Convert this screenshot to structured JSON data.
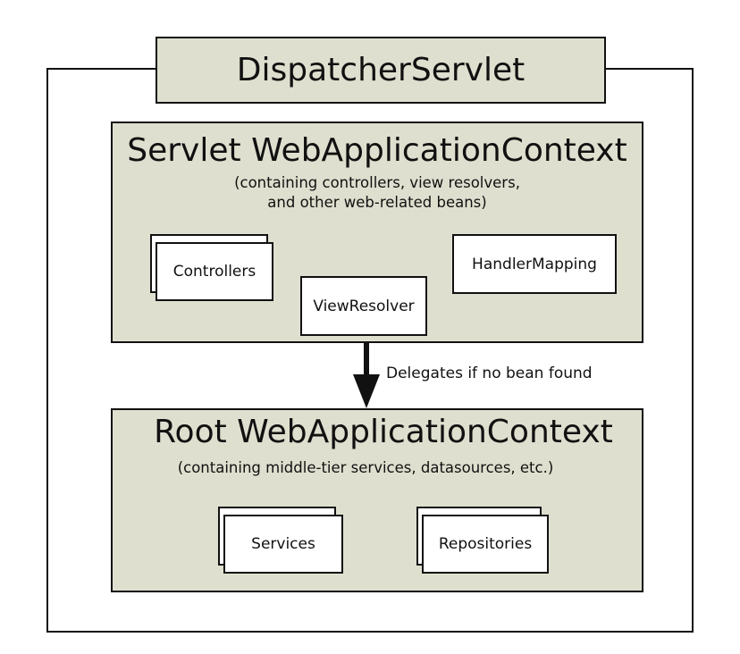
{
  "dispatcher": {
    "title": "DispatcherServlet"
  },
  "servlet_context": {
    "title": "Servlet WebApplicationContext",
    "subtitle_line1": "(containing controllers, view resolvers,",
    "subtitle_line2": "and other web-related beans)",
    "beans": {
      "controllers": "Controllers",
      "view_resolver": "ViewResolver",
      "handler_mapping": "HandlerMapping"
    }
  },
  "delegation": {
    "label": "Delegates if no bean found"
  },
  "root_context": {
    "title": "Root WebApplicationContext",
    "subtitle": "(containing middle-tier services, datasources, etc.)",
    "beans": {
      "services": "Services",
      "repositories": "Repositories"
    }
  },
  "colors": {
    "panel_fill": "#dfdfcf",
    "stroke": "#111111",
    "bean_fill": "#ffffff"
  }
}
